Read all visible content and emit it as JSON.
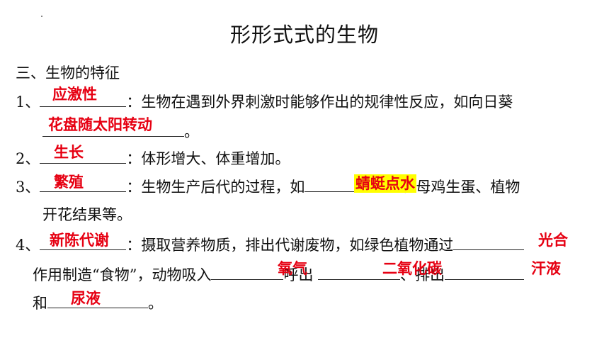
{
  "title": "形形式式的生物",
  "section_heading": "三、生物的特征",
  "items": [
    {
      "number": "1、",
      "answer": "应激性",
      "text": "：生物在遇到外界刺激时能够作出的规律性反应，如向日葵",
      "example_answer": "花盘随太阳转动",
      "end": "。"
    },
    {
      "number": "2、",
      "answer": "生长",
      "text": "：体形增大、体重增加。"
    },
    {
      "number": "3、",
      "answer": "繁殖",
      "text_before": "：生物生产后代的过程，如",
      "example_answer": "蜻蜓点水",
      "text_after": "、母鸡生蛋、植物",
      "continuation": "开花结果等。"
    },
    {
      "number": "4、",
      "answer": "新陈代谢",
      "text_before": "：摄取营养物质，排出代谢废物，如绿色植物通过",
      "answer_2": "光合",
      "line2_text_a": "作用制造“食物”，动物吸入",
      "answer_3": "氧气",
      "line2_text_b": "呼出",
      "answer_4": "二氧化碳",
      "line2_text_c": "、排出",
      "answer_5": "汗液",
      "line3_text_a": "和",
      "answer_6": "尿液",
      "line3_end": "。"
    }
  ],
  "colors": {
    "answer": "#e60012",
    "highlight": "#ffff00",
    "text": "#111111"
  }
}
